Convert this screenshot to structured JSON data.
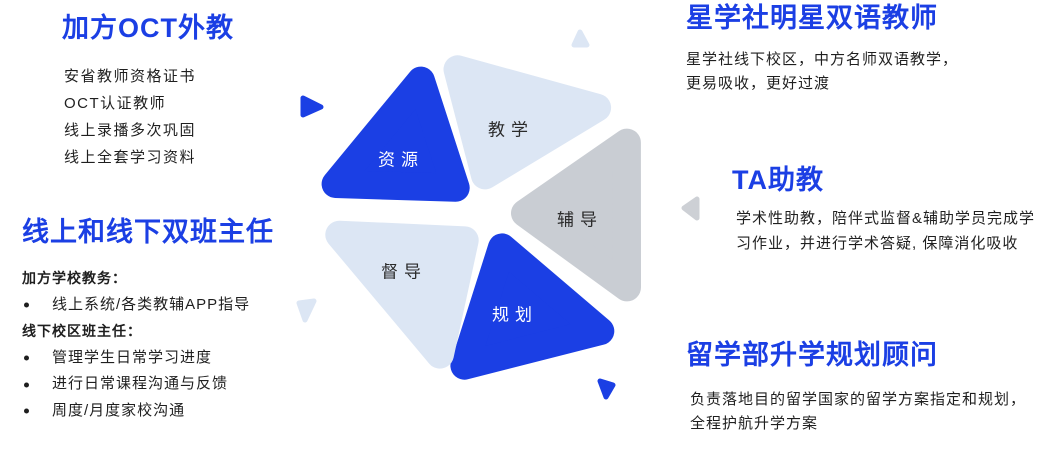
{
  "sections": {
    "oct_teacher": {
      "title": "加方OCT外教",
      "lines": [
        "安省教师资格证书",
        "OCT认证教师",
        "线上录播多次巩固",
        "线上全套学习资料"
      ]
    },
    "class_teacher": {
      "title": "线上和线下双班主任",
      "groups": [
        {
          "heading": "加方学校教务：",
          "items": [
            "线上系统/各类教辅APP指导"
          ]
        },
        {
          "heading": "线下校区班主任：",
          "items": [
            "管理学生日常学习进度",
            "进行日常课程沟通与反馈",
            "周度/月度家校沟通"
          ]
        }
      ]
    },
    "bilingual_teacher": {
      "title": "星学社明星双语教师",
      "lines": [
        "星学社线下校区，中方名师双语教学，",
        "更易吸收，更好过渡"
      ]
    },
    "teaching_assistant": {
      "title": "TA助教",
      "lines": [
        "学术性助教，陪伴式监督&辅助学员完成学",
        "习作业，并进行学术答疑, 保障消化吸收"
      ]
    },
    "study_abroad_advisor": {
      "title": "留学部升学规划顾问",
      "lines": [
        "负责落地目的留学国家的留学方案指定和规划，",
        "全程护航升学方案"
      ]
    }
  },
  "diagram": {
    "segments": [
      {
        "label": "资源",
        "color": "#1b3fe4",
        "text_color": "#ffffff"
      },
      {
        "label": "教学",
        "color": "#dce6f4",
        "text_color": "#2b2b2b"
      },
      {
        "label": "辅导",
        "color": "#c9cdd3",
        "text_color": "#2b2b2b"
      },
      {
        "label": "规划",
        "color": "#1b3fe4",
        "text_color": "#ffffff"
      },
      {
        "label": "督导",
        "color": "#dce6f4",
        "text_color": "#2b2b2b"
      }
    ]
  },
  "colors": {
    "accent": "#1b3fe4",
    "light": "#dce6f4",
    "gray": "#cdd0d5",
    "text": "#1f1f1f",
    "background": "#ffffff"
  }
}
